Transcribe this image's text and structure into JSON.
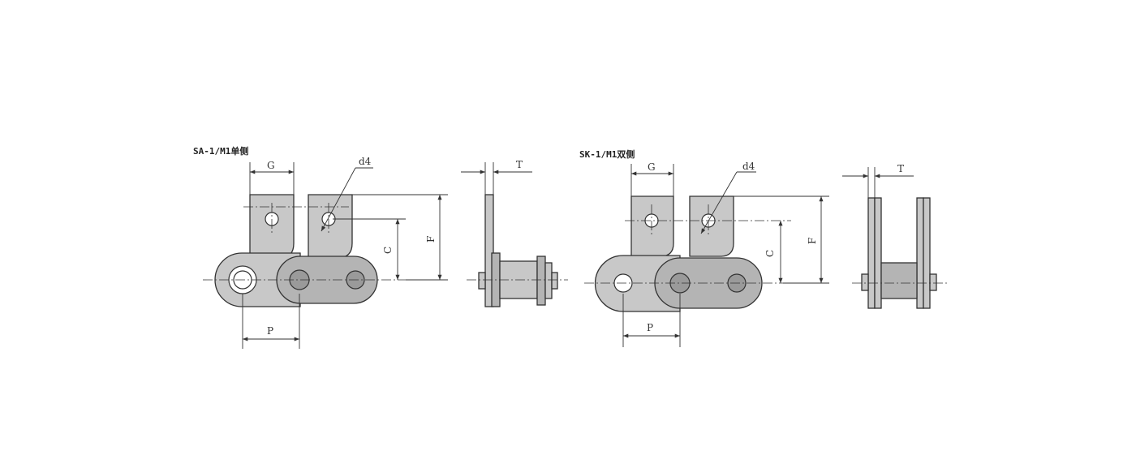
{
  "diagrams": [
    {
      "title": "SA-1/M1单侧",
      "labels": {
        "G": "G",
        "d4": "d4",
        "C": "C",
        "F": "F",
        "P": "P",
        "T": "T"
      }
    },
    {
      "title": "SK-1/M1双侧",
      "labels": {
        "G": "G",
        "d4": "d4",
        "C": "C",
        "F": "F",
        "P": "P",
        "T": "T"
      }
    }
  ]
}
